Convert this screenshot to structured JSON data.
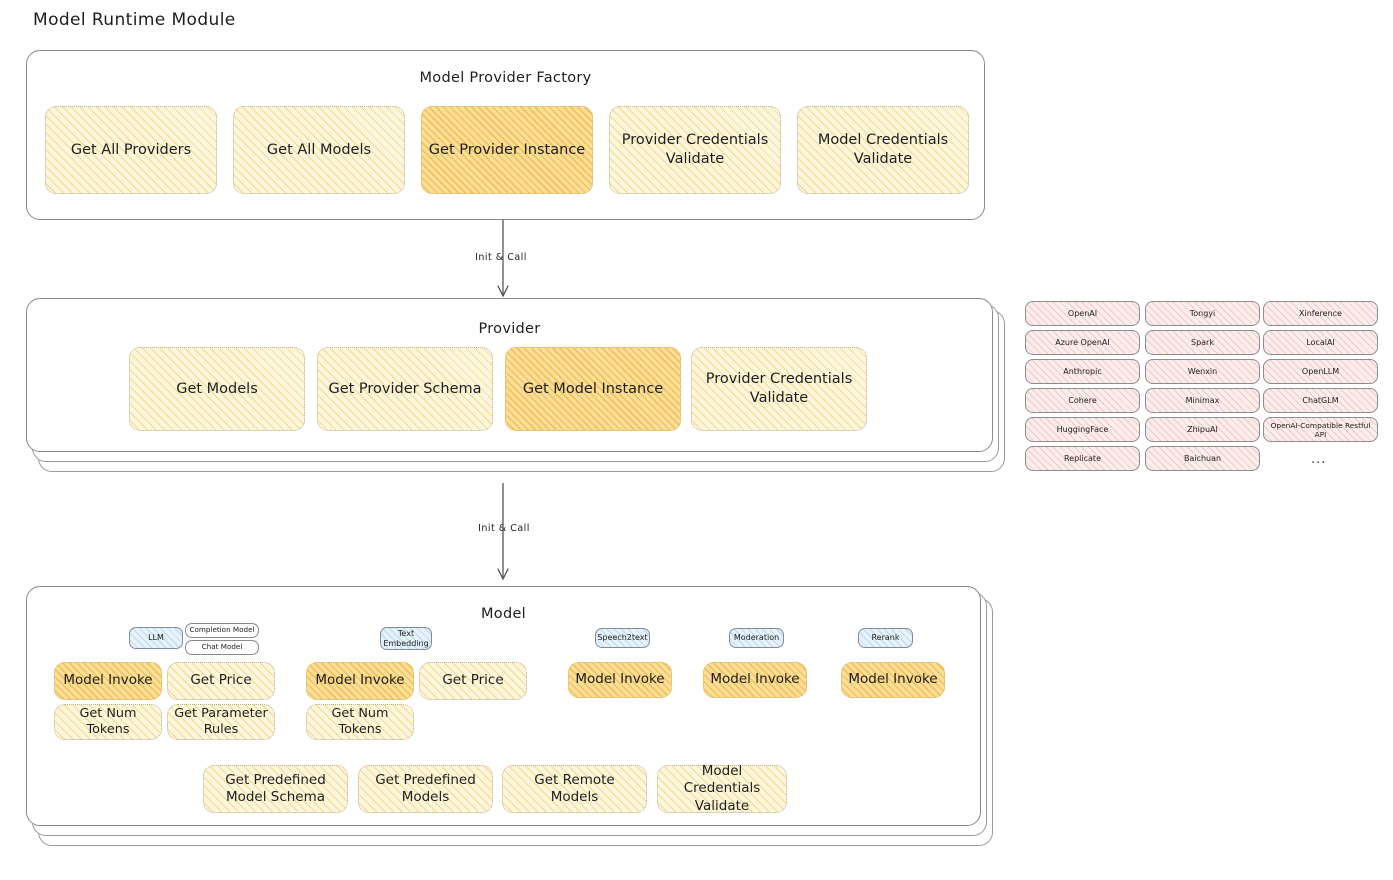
{
  "diagram": {
    "title": "Model Runtime Module",
    "type": "layered-architecture",
    "colors": {
      "node_fill": "#fdf7e0",
      "node_fill_strong": "#fcdf9a",
      "badge_fill": "#e8f2fb",
      "chip_fill": "#fdeeee",
      "stroke": "#8a8a8a",
      "text": "#1e1e1e"
    }
  },
  "factory": {
    "title": "Model Provider Factory",
    "nodes": [
      {
        "label": "Get All Providers",
        "highlight": false
      },
      {
        "label": "Get All Models",
        "highlight": false
      },
      {
        "label": "Get Provider Instance",
        "highlight": true
      },
      {
        "label": "Provider Credentials Validate",
        "highlight": false
      },
      {
        "label": "Model Credentials Validate",
        "highlight": false
      }
    ]
  },
  "arrows": [
    {
      "label": "Init & Call",
      "from": "Model Provider Factory",
      "to": "Provider"
    },
    {
      "label": "Init & Call",
      "from": "Provider",
      "to": "Model"
    }
  ],
  "provider": {
    "title": "Provider",
    "nodes": [
      {
        "label": "Get Models",
        "highlight": false
      },
      {
        "label": "Get Provider Schema",
        "highlight": false
      },
      {
        "label": "Get Model Instance",
        "highlight": true
      },
      {
        "label": "Provider Credentials Validate",
        "highlight": false
      }
    ]
  },
  "provider_list": {
    "columns": [
      [
        "OpenAI",
        "Azure OpenAI",
        "Anthropic",
        "Cohere",
        "HuggingFace",
        "Replicate"
      ],
      [
        "Tongyi",
        "Spark",
        "Wenxin",
        "Minimax",
        "ZhipuAI",
        "Baichuan"
      ],
      [
        "Xinference",
        "LocalAI",
        "OpenLLM",
        "ChatGLM",
        "OpenAI-Compatible Restful API"
      ]
    ],
    "more": "..."
  },
  "model": {
    "title": "Model",
    "more": "...",
    "types": [
      {
        "badge": "LLM",
        "sub_badges": [
          "Completion Model",
          "Chat Model"
        ],
        "nodes": [
          {
            "label": "Model Invoke",
            "highlight": true
          },
          {
            "label": "Get Price",
            "highlight": false
          },
          {
            "label": "Get Num Tokens",
            "highlight": false
          },
          {
            "label": "Get Parameter Rules",
            "highlight": false
          }
        ]
      },
      {
        "badge": "Text Embedding",
        "sub_badges": [],
        "nodes": [
          {
            "label": "Model Invoke",
            "highlight": true
          },
          {
            "label": "Get Price",
            "highlight": false
          },
          {
            "label": "Get Num Tokens",
            "highlight": false
          }
        ]
      },
      {
        "badge": "Speech2text",
        "sub_badges": [],
        "nodes": [
          {
            "label": "Model Invoke",
            "highlight": true
          }
        ]
      },
      {
        "badge": "Moderation",
        "sub_badges": [],
        "nodes": [
          {
            "label": "Model Invoke",
            "highlight": true
          }
        ]
      },
      {
        "badge": "Rerank",
        "sub_badges": [],
        "nodes": [
          {
            "label": "Model Invoke",
            "highlight": true
          }
        ]
      }
    ],
    "common_nodes": [
      {
        "label": "Get Predefined Model Schema"
      },
      {
        "label": "Get Predefined Models"
      },
      {
        "label": "Get Remote Models"
      },
      {
        "label": "Model Credentials Validate"
      }
    ]
  }
}
